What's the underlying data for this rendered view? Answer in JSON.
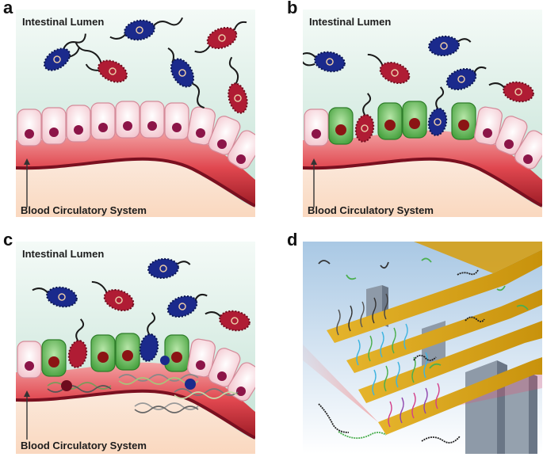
{
  "panels": [
    {
      "label": "a",
      "lumen": "Intestinal Lumen",
      "blood": "Blood Circulatory System"
    },
    {
      "label": "b",
      "lumen": "Intestinal Lumen",
      "blood": "Blood Circulatory System"
    },
    {
      "label": "c",
      "lumen": "Intestinal Lumen",
      "blood": "Blood Circulatory System"
    },
    {
      "label": "d"
    }
  ],
  "colors": {
    "lumen_bg": "#dbeee6",
    "epithelial_cell": "#f7d7dc",
    "nucleus": "#8c1548",
    "activated_cell": "#63b954",
    "blood_vessel": "#e35b62",
    "tissue": "#fbe3d0",
    "bacteria_red": "#b01c34",
    "bacteria_blue": "#1b2a8c",
    "gold_cantilever": "#d5a017",
    "grey_support": "#8e9aa8",
    "dna_green": "#4caf50",
    "dna_black": "#222222"
  }
}
